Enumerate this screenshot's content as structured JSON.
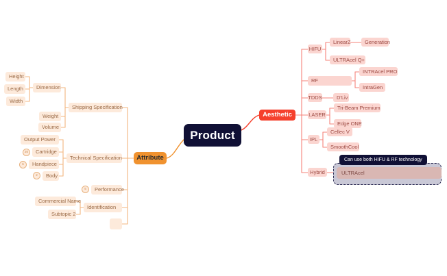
{
  "mindmap": {
    "root": {
      "label": "Product"
    },
    "branches": {
      "aesthetic": {
        "label": "Aesthetic",
        "color": "#f5402c",
        "children": [
          {
            "label": "HIFU",
            "children": [
              {
                "label": "LinearZ",
                "children": [
                  {
                    "label": "Generation"
                  }
                ]
              },
              {
                "label": "ULTRAcel Q+"
              }
            ]
          },
          {
            "label": "RF",
            "children": [
              {
                "label": "INTRAcel PRO"
              },
              {
                "label": "IntraGen"
              }
            ]
          },
          {
            "label": "TDDS",
            "children": [
              {
                "label": "D'Liv"
              }
            ]
          },
          {
            "label": "LASER",
            "children": [
              {
                "label": "Tri-Beam Premium"
              },
              {
                "label": "Edge ONE"
              }
            ]
          },
          {
            "label": "IPL",
            "children": [
              {
                "label": "Cellec V"
              },
              {
                "label": "SmoothCool"
              }
            ]
          },
          {
            "label": "Hybrid",
            "children": [
              {
                "label": "ULTRAcel"
              }
            ]
          }
        ]
      },
      "attribute": {
        "label": "Attribute",
        "color": "#f0922f",
        "children": [
          {
            "label": "Shipping Specification",
            "children": [
              {
                "label": "Dimension",
                "children": [
                  {
                    "label": "Height"
                  },
                  {
                    "label": "Length"
                  },
                  {
                    "label": "Width"
                  }
                ]
              },
              {
                "label": "Weight"
              },
              {
                "label": "Volume"
              }
            ]
          },
          {
            "label": "Technical Specification",
            "children": [
              {
                "label": "Output Power"
              },
              {
                "label": "Cartridge",
                "badge": "20"
              },
              {
                "label": "Handpiece",
                "badge": "6"
              },
              {
                "label": "Body",
                "badge": "2"
              }
            ]
          },
          {
            "label": "Performance",
            "badge": "5"
          },
          {
            "label": "Identification",
            "children": [
              {
                "label": "Commercial Name"
              },
              {
                "label": "Subtopic 2"
              }
            ]
          },
          {
            "label": ""
          }
        ]
      }
    },
    "tooltip": {
      "text": "Can use both HIFU & RF technology"
    },
    "selected_node": {
      "label": "ULTRAcel"
    },
    "colors": {
      "root_bg": "#101035",
      "aesthetic_bg": "#f5402c",
      "attribute_bg": "#f0922f",
      "red_node_bg": "#fbd5d0",
      "red_node_text": "#9c4a43",
      "orange_node_bg": "#fdeadb",
      "orange_node_text": "#9a6a46",
      "red_link": "#f5837a",
      "orange_link": "#f3b57e",
      "selection_border": "#2b2b52",
      "selection_fill": "#c9c8d6"
    }
  }
}
